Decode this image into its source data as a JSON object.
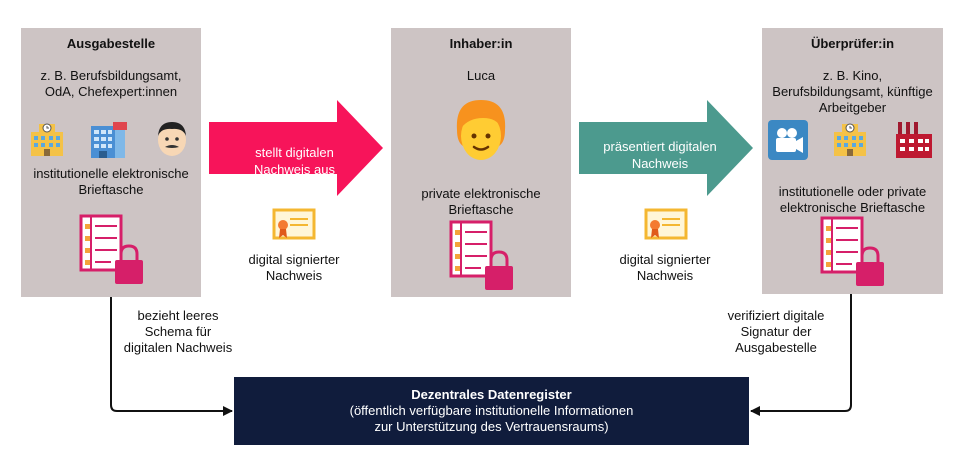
{
  "issuer": {
    "title": "Ausgabestelle",
    "examples_line1": "z. B. Berufsbildungsamt,",
    "examples_line2": "OdA, Chefexpert:innen",
    "wallet_line1": "institutionelle elektronische",
    "wallet_line2": "Brieftasche"
  },
  "holder": {
    "title": "Inhaber:in",
    "name": "Luca",
    "wallet_line1": "private elektronische",
    "wallet_line2": "Brieftasche"
  },
  "verifier": {
    "title": "Überprüfer:in",
    "examples_line1": "z. B. Kino,",
    "examples_line2": "Berufsbildungsamt, künftige",
    "examples_line3": "Arbeitgeber",
    "wallet_line1": "institutionelle oder private",
    "wallet_line2": "elektronische Brieftasche"
  },
  "flow": {
    "issue_line1": "stellt digitalen",
    "issue_line2": "Nachweis aus",
    "present_line1": "präsentiert digitalen",
    "present_line2": "Nachweis",
    "credential1_line1": "digital signierter",
    "credential1_line2": "Nachweis",
    "credential2_line1": "digital signierter",
    "credential2_line2": "Nachweis",
    "schema_line1": "bezieht leeres",
    "schema_line2": "Schema für",
    "schema_line3": "digitalen Nachweis",
    "verify_line1": "verifiziert digitale",
    "verify_line2": "Signatur der",
    "verify_line3": "Ausgabestelle"
  },
  "registry": {
    "title": "Dezentrales Datenregister",
    "line1": "(öffentlich verfügbare institutionelle Informationen",
    "line2": "zur Unterstützung des Vertrauensraums)"
  },
  "colors": {
    "issue_arrow": "#f7145a",
    "present_arrow": "#4c9a8e",
    "box": "#cdc4c4",
    "registry": "#101c3c"
  }
}
